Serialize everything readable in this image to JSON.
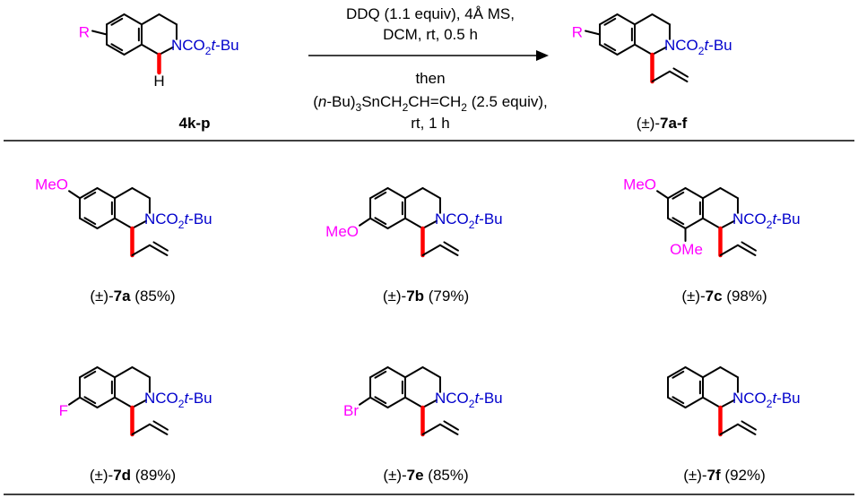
{
  "colors": {
    "bond": "#000000",
    "highlight_bond": "#ff0000",
    "substituent": "#ff00ff",
    "nitrogen_group": "#0000cc",
    "text": "#000000"
  },
  "reaction": {
    "start_label_bold": "4k-p",
    "start_r": "R",
    "start_h": "H",
    "product_label_pre": "(±)-",
    "product_label_bold": "7a-f",
    "product_r": "R",
    "conditions_line1": "DDQ (1.1 equiv), 4Å MS,",
    "conditions_line2": "DCM, rt, 0.5 h",
    "conditions_line3": "then",
    "conditions_line4": {
      "p1": "(",
      "p2": "n",
      "p3": "-Bu)",
      "s1": "3",
      "p4": "SnCH",
      "s2": "2",
      "p5": "CH=CH",
      "s3": "2",
      "p6": " (2.5 equiv),"
    },
    "conditions_line5": "rt, 1 h"
  },
  "boc": {
    "pre": "NCO",
    "sub": "2",
    "italic": "t",
    "post": "-Bu"
  },
  "products": [
    {
      "pre": "(±)-",
      "bold": "7a",
      "yield": " (85%)",
      "substituents": [
        "MeO"
      ]
    },
    {
      "pre": "(±)-",
      "bold": "7b",
      "yield": " (79%)",
      "substituents": [
        "MeO"
      ]
    },
    {
      "pre": "(±)-",
      "bold": "7c",
      "yield": " (98%)",
      "substituents": [
        "MeO",
        "OMe"
      ]
    },
    {
      "pre": "(±)-",
      "bold": "7d",
      "yield": " (89%)",
      "substituents": [
        "F"
      ]
    },
    {
      "pre": "(±)-",
      "bold": "7e",
      "yield": " (85%)",
      "substituents": [
        "Br"
      ]
    },
    {
      "pre": "(±)-",
      "bold": "7f",
      "yield": " (92%)",
      "substituents": []
    }
  ]
}
